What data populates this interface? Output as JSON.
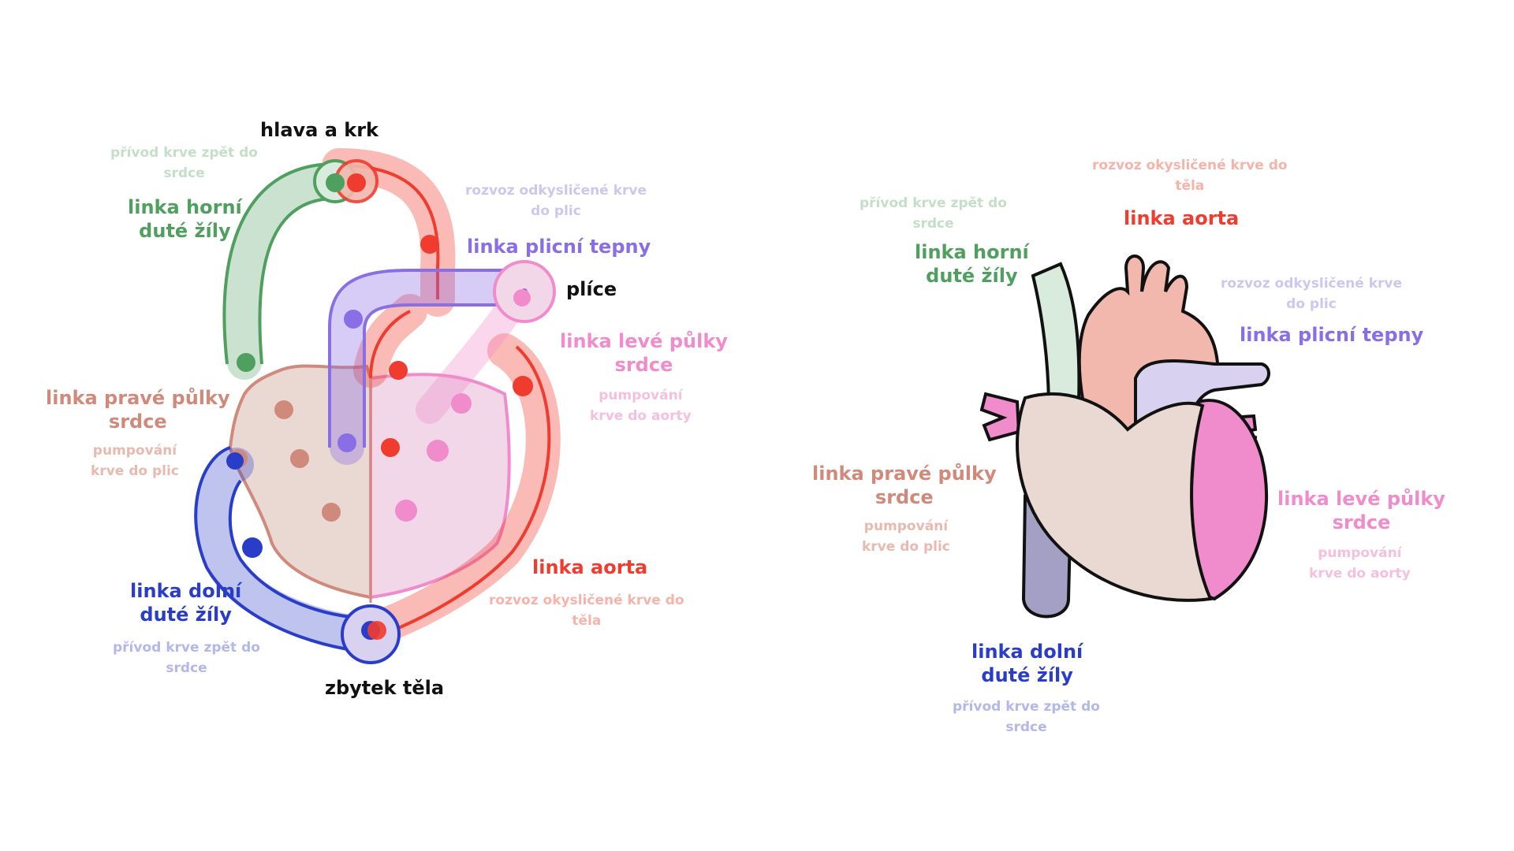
{
  "colors": {
    "aorta": "#f03c2f",
    "aorta_fill": "#f2b8ae",
    "plicni": "#8a6ee6",
    "plicni_fill": "#d8d2f0",
    "horni": "#4fa05f",
    "horni_fill": "#d8ebdc",
    "dolni": "#2a3dc8",
    "dolni_fill": "#a49fc4",
    "leva": "#f08ccb",
    "leva_fill": "#f1d7e8",
    "prava": "#cf8a7c",
    "prava_fill": "#ead8d3",
    "outline": "#111111"
  },
  "left_diagram": {
    "endpoints": {
      "head": "hlava a krk",
      "lungs": "plíce",
      "body": "zbytek těla"
    },
    "lines": {
      "horni": {
        "name": "linka horní\nduté žíly",
        "desc": "přívod krve zpět do\nsrdce"
      },
      "plicni": {
        "name": "linka plicní tepny",
        "desc": "rozvoz odkysličené krve\ndo plic"
      },
      "leva": {
        "name": "linka levé půlky\nsrdce",
        "desc": "pumpování\nkrve do aorty"
      },
      "prava": {
        "name": "linka pravé půlky\nsrdce",
        "desc": "pumpování\nkrve do plic"
      },
      "aorta": {
        "name": "linka aorta",
        "desc": "rozvoz okysličené krve do\ntěla"
      },
      "dolni": {
        "name": "linka dolní\nduté žíly",
        "desc": "přívod krve zpět do\nsrdce"
      }
    }
  },
  "right_diagram": {
    "lines": {
      "aorta": {
        "name": "linka aorta",
        "desc": "rozvoz okysličené krve do\ntěla"
      },
      "horni": {
        "name": "linka horní\nduté žíly",
        "desc": "přívod krve zpět do\nsrdce"
      },
      "plicni": {
        "name": "linka plicní tepny",
        "desc": "rozvoz odkysličené krve\ndo plic"
      },
      "prava": {
        "name": "linka pravé půlky\nsrdce",
        "desc": "pumpování\nkrve do plic"
      },
      "leva": {
        "name": "linka levé půlky\nsrdce",
        "desc": "pumpování\nkrve do aorty"
      },
      "dolni": {
        "name": "linka dolní\nduté žíly",
        "desc": "přívod krve zpět do\nsrdce"
      }
    }
  }
}
